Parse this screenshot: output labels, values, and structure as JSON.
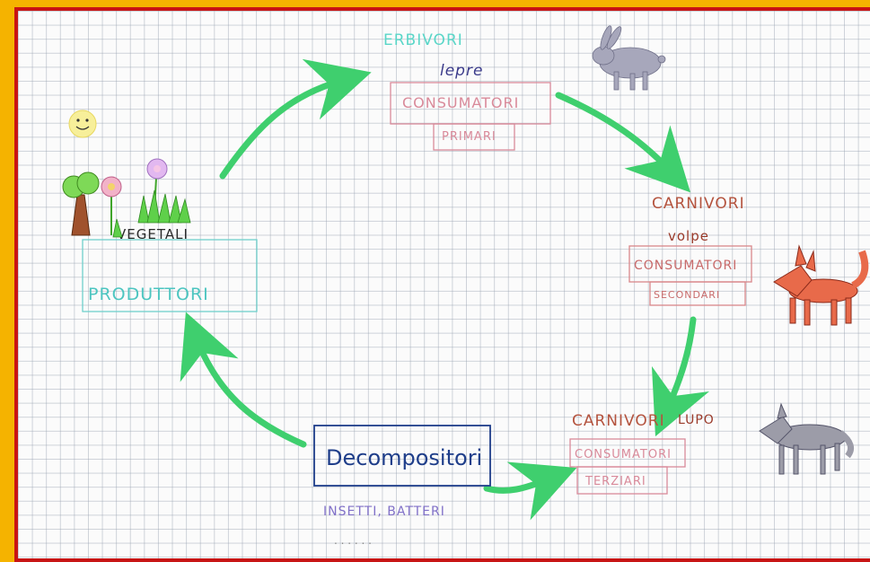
{
  "diagram": {
    "herbivores": {
      "title": "ERBIVORI",
      "animal": "lepre",
      "role_line1": "CONSUMATORI",
      "role_line2": "PRIMARI"
    },
    "secondary": {
      "title": "CARNIVORI",
      "animal": "volpe",
      "role_line1": "CONSUMATORI",
      "role_line2": "SECONDARI"
    },
    "tertiary": {
      "title": "CARNIVORI",
      "animal": "LUPO",
      "role_line1": "CONSUMATORI",
      "role_line2": "TERZIARI"
    },
    "producers": {
      "title": "VEGETALI",
      "role": "PRODUTTORI"
    },
    "decomposers": {
      "role": "Decompositori",
      "examples": "INSETTI, BATTERI"
    },
    "colors": {
      "arrow": "#3fcf6e",
      "herbivore": "#d98a9a",
      "carnivore": "#c0503a",
      "producer": "#4cc5c0",
      "decomposer": "#1f3e8a",
      "frame": "#c81414",
      "border": "#f5b300"
    },
    "icons": [
      "sun-icon",
      "tree-icon",
      "flower-icon",
      "grass-icon",
      "hare-icon",
      "fox-icon",
      "wolf-icon"
    ]
  }
}
